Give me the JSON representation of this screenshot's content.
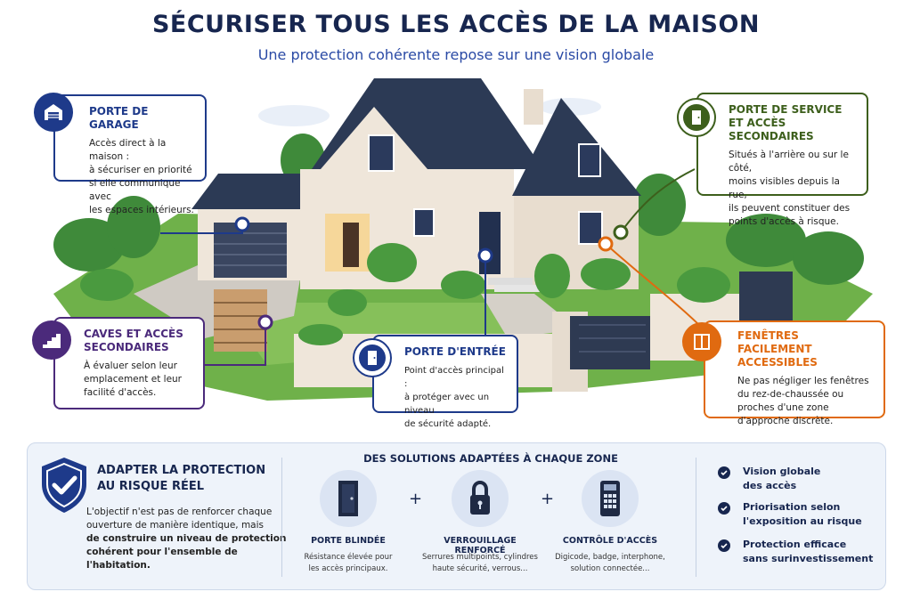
{
  "header": {
    "title": "SÉCURISER TOUS LES ACCÈS DE LA MAISON",
    "subtitle": "Une protection cohérente repose sur une vision globale"
  },
  "callouts": {
    "garage": {
      "title": "PORTE DE GARAGE",
      "body": [
        "Accès direct à la maison :",
        "à sécuriser en priorité",
        "si elle communique avec",
        "les espaces intérieurs."
      ],
      "color": "#1e3a8a",
      "icon": "garage-icon"
    },
    "service": {
      "title": [
        "PORTE DE SERVICE",
        "ET ACCÈS SECONDAIRES"
      ],
      "body": [
        "Situés à l'arrière ou sur le côté,",
        "moins visibles depuis la rue,",
        "ils peuvent constituer des",
        "points d'accès à risque."
      ],
      "color": "#3d5f1c",
      "icon": "service-door-icon"
    },
    "caves": {
      "title": [
        "CAVES ET ACCÈS",
        "SECONDAIRES"
      ],
      "body": [
        "À évaluer selon leur",
        "emplacement et leur",
        "facilité d'accès."
      ],
      "color": "#4b2a7b",
      "icon": "stairs-icon"
    },
    "entree": {
      "title": "PORTE D'ENTRÉE",
      "body": [
        "Point d'accès principal :",
        "à protéger avec un niveau",
        "de sécurité adapté."
      ],
      "color": "#1e3a8a",
      "icon": "front-door-icon"
    },
    "fenetres": {
      "title": [
        "FENÊTRES",
        "FACILEMENT ACCESSIBLES"
      ],
      "body": [
        "Ne pas négliger les fenêtres",
        "du rez-de-chaussée ou",
        "proches d'une zone",
        "d'approche discrète."
      ],
      "color": "#e06a10",
      "icon": "window-icon"
    }
  },
  "bottom": {
    "left": {
      "title": [
        "ADAPTER LA PROTECTION",
        "AU RISQUE RÉEL"
      ],
      "text": [
        "L'objectif n'est pas de renforcer chaque",
        "ouverture de manière identique, mais",
        "de construire un niveau de protection",
        "cohérent pour l'ensemble de l'habitation."
      ],
      "icon": "shield-check-icon"
    },
    "solutions": {
      "title": "DES SOLUTIONS ADAPTÉES À CHAQUE ZONE",
      "items": [
        {
          "name": "PORTE BLINDÉE",
          "desc": [
            "Résistance élevée pour",
            "les accès principaux."
          ],
          "icon": "armored-door-icon"
        },
        {
          "name": "VERROUILLAGE RENFORCÉ",
          "desc": [
            "Serrures multipoints, cylindres",
            "haute sécurité, verrous..."
          ],
          "icon": "padlock-icon"
        },
        {
          "name": "CONTRÔLE D'ACCÈS",
          "desc": [
            "Digicode, badge, interphone,",
            "solution connectée..."
          ],
          "icon": "keypad-icon"
        }
      ],
      "separator": "+"
    },
    "checks": [
      [
        "Vision globale",
        "des accès"
      ],
      [
        "Priorisation selon",
        "l'exposition au risque"
      ],
      [
        "Protection efficace",
        "sans surinvestissement"
      ]
    ]
  }
}
